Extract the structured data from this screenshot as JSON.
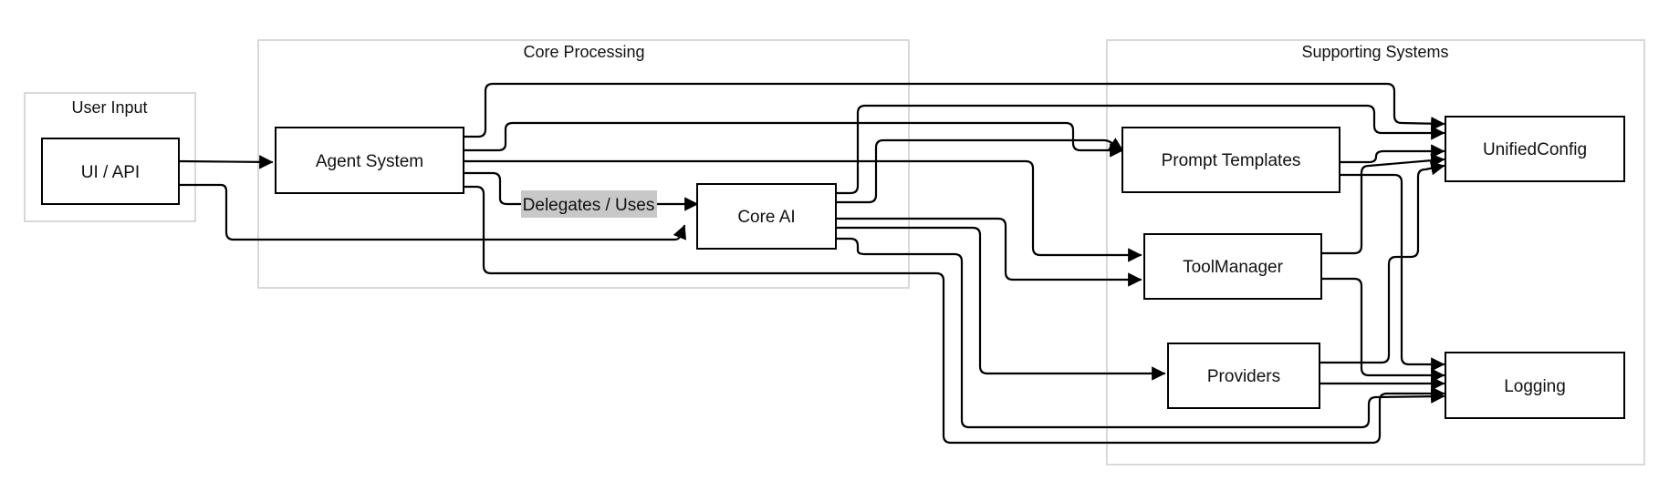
{
  "groups": {
    "user_input": "User Input",
    "core_processing": "Core Processing",
    "supporting_systems": "Supporting Systems"
  },
  "nodes": {
    "ui_api": "UI / API",
    "agent_system": "Agent System",
    "core_ai": "Core AI",
    "prompt_templates": "Prompt Templates",
    "tool_manager": "ToolManager",
    "providers": "Providers",
    "unified_config": "UnifiedConfig",
    "logging": "Logging"
  },
  "edge_labels": {
    "delegates_uses": "Delegates / Uses"
  },
  "colors": {
    "group_border": "#d9d9d9",
    "node_border": "#000000",
    "edge_label_background": "#c8c8c8"
  }
}
